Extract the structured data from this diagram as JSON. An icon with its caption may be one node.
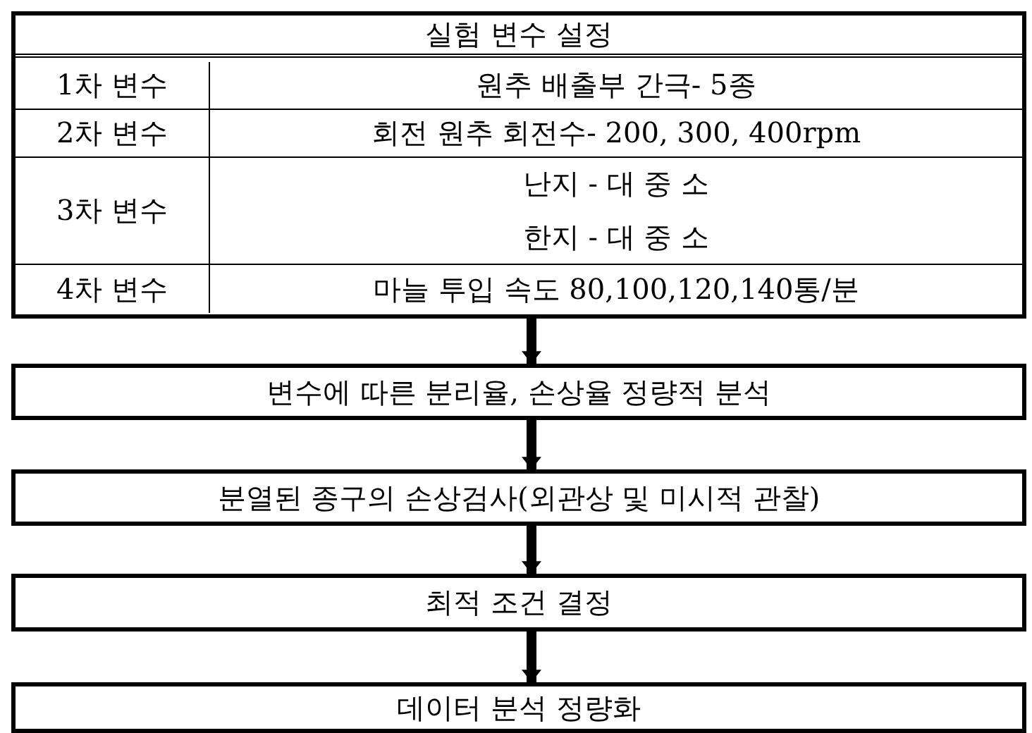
{
  "diagram": {
    "nodes": [
      {
        "text": [
          "실험 변수 설정",
          "1차 변수",
          "원추 배출부 간극- 5종",
          "2차 변수",
          "회전 원추 회전수- 200, 300, 400rpm",
          "3차 변수",
          "난지 - 대 중 소",
          "한지 - 대 중 소",
          "4차 변수",
          "마늘 투입 속도 80,100,120,140통/분"
        ]
      },
      {
        "text": [
          "변수에 따른 분리율, 손상율 정량적 분석"
        ]
      },
      {
        "text": [
          "분열된 종구의 손상검사(외관상 및 미시적 관찰)"
        ]
      },
      {
        "text": [
          "최적 조건 결정"
        ]
      },
      {
        "text": [
          "데이터 분석 정량화"
        ]
      }
    ],
    "edges": [
      {
        "from": 0,
        "to": 1,
        "arrow": "to"
      },
      {
        "from": 1,
        "to": 2,
        "arrow": "to"
      },
      {
        "from": 2,
        "to": 3,
        "arrow": "to"
      },
      {
        "from": 3,
        "to": 4,
        "arrow": "to"
      }
    ]
  }
}
